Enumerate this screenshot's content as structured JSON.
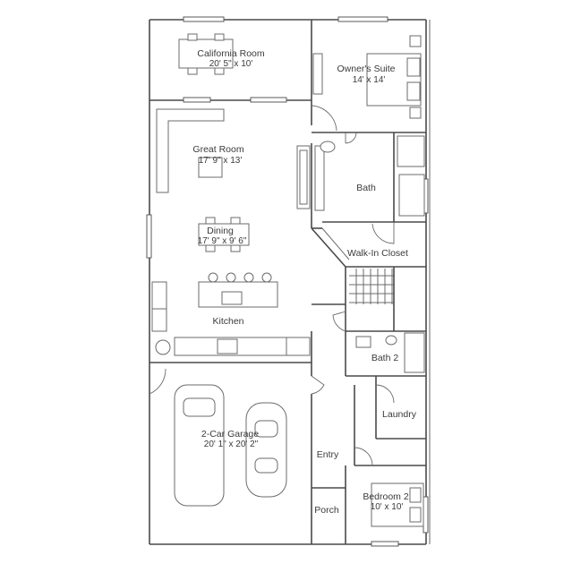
{
  "rooms": {
    "california_room": {
      "name": "California Room",
      "dims": "20' 5\" x 10'"
    },
    "owners_suite": {
      "name": "Owner's Suite",
      "dims": "14' x 14'"
    },
    "great_room": {
      "name": "Great Room",
      "dims": "17' 9\" x 13'"
    },
    "bath": {
      "name": "Bath"
    },
    "dining": {
      "name": "Dining",
      "dims": "17' 9\" x 9' 6\""
    },
    "walk_in_closet": {
      "name": "Walk-In Closet"
    },
    "kitchen": {
      "name": "Kitchen"
    },
    "bath_2": {
      "name": "Bath 2"
    },
    "laundry": {
      "name": "Laundry"
    },
    "garage": {
      "name": "2-Car Garage",
      "dims": "20' 1\" x 20' 2\""
    },
    "entry": {
      "name": "Entry"
    },
    "bedroom_2": {
      "name": "Bedroom 2",
      "dims": "10' x 10'"
    },
    "porch": {
      "name": "Porch"
    }
  }
}
